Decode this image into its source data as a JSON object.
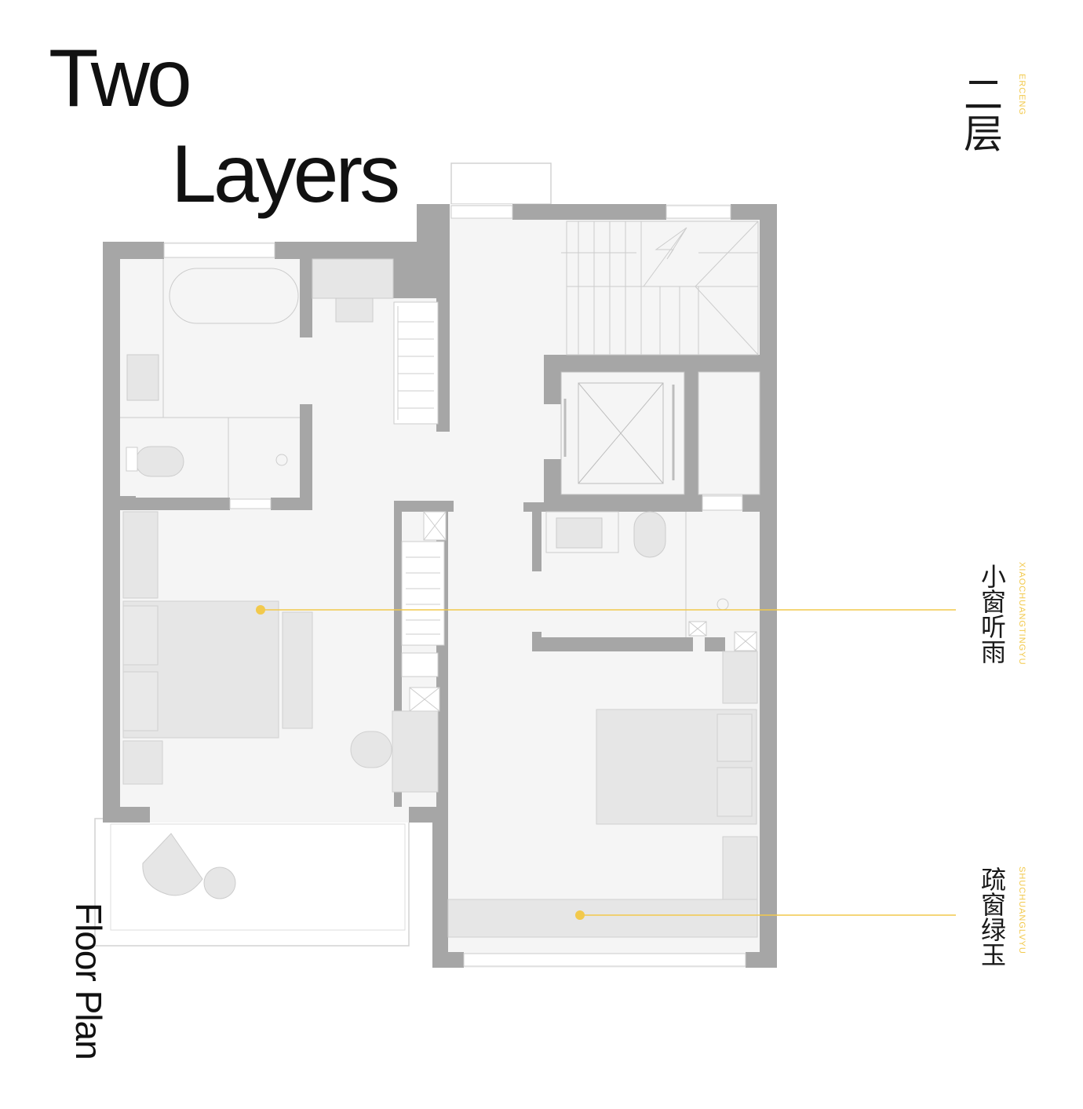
{
  "title": {
    "line1": "Two",
    "line2": "Layers"
  },
  "caption": "Floor Plan",
  "floor_label": {
    "cn": "二层",
    "en": "ERCENG"
  },
  "callouts": [
    {
      "cn": "小窗听雨",
      "en": "XIAOCHUANGTINGYU"
    },
    {
      "cn": "疏窗绿玉",
      "en": "SHUCHUANGLVYU"
    }
  ],
  "colors": {
    "wall": "#a6a6a6",
    "floor": "#f5f5f5",
    "furniture": "#e6e6e6",
    "accent": "#f2c94c",
    "text": "#111111"
  }
}
